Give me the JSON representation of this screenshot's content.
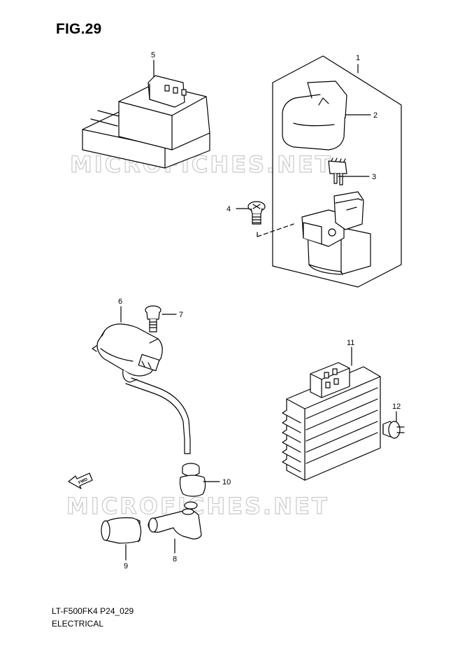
{
  "figure": {
    "title": "FIG.29"
  },
  "watermark": {
    "text": "MICROFICHES.NET"
  },
  "callouts": [
    "1",
    "2",
    "3",
    "4",
    "5",
    "6",
    "7",
    "8",
    "9",
    "10",
    "11",
    "12"
  ],
  "fwd_label": "FWD",
  "footer": {
    "code": "LT-F500FK4 P24_029",
    "name": "ELECTRICAL"
  }
}
